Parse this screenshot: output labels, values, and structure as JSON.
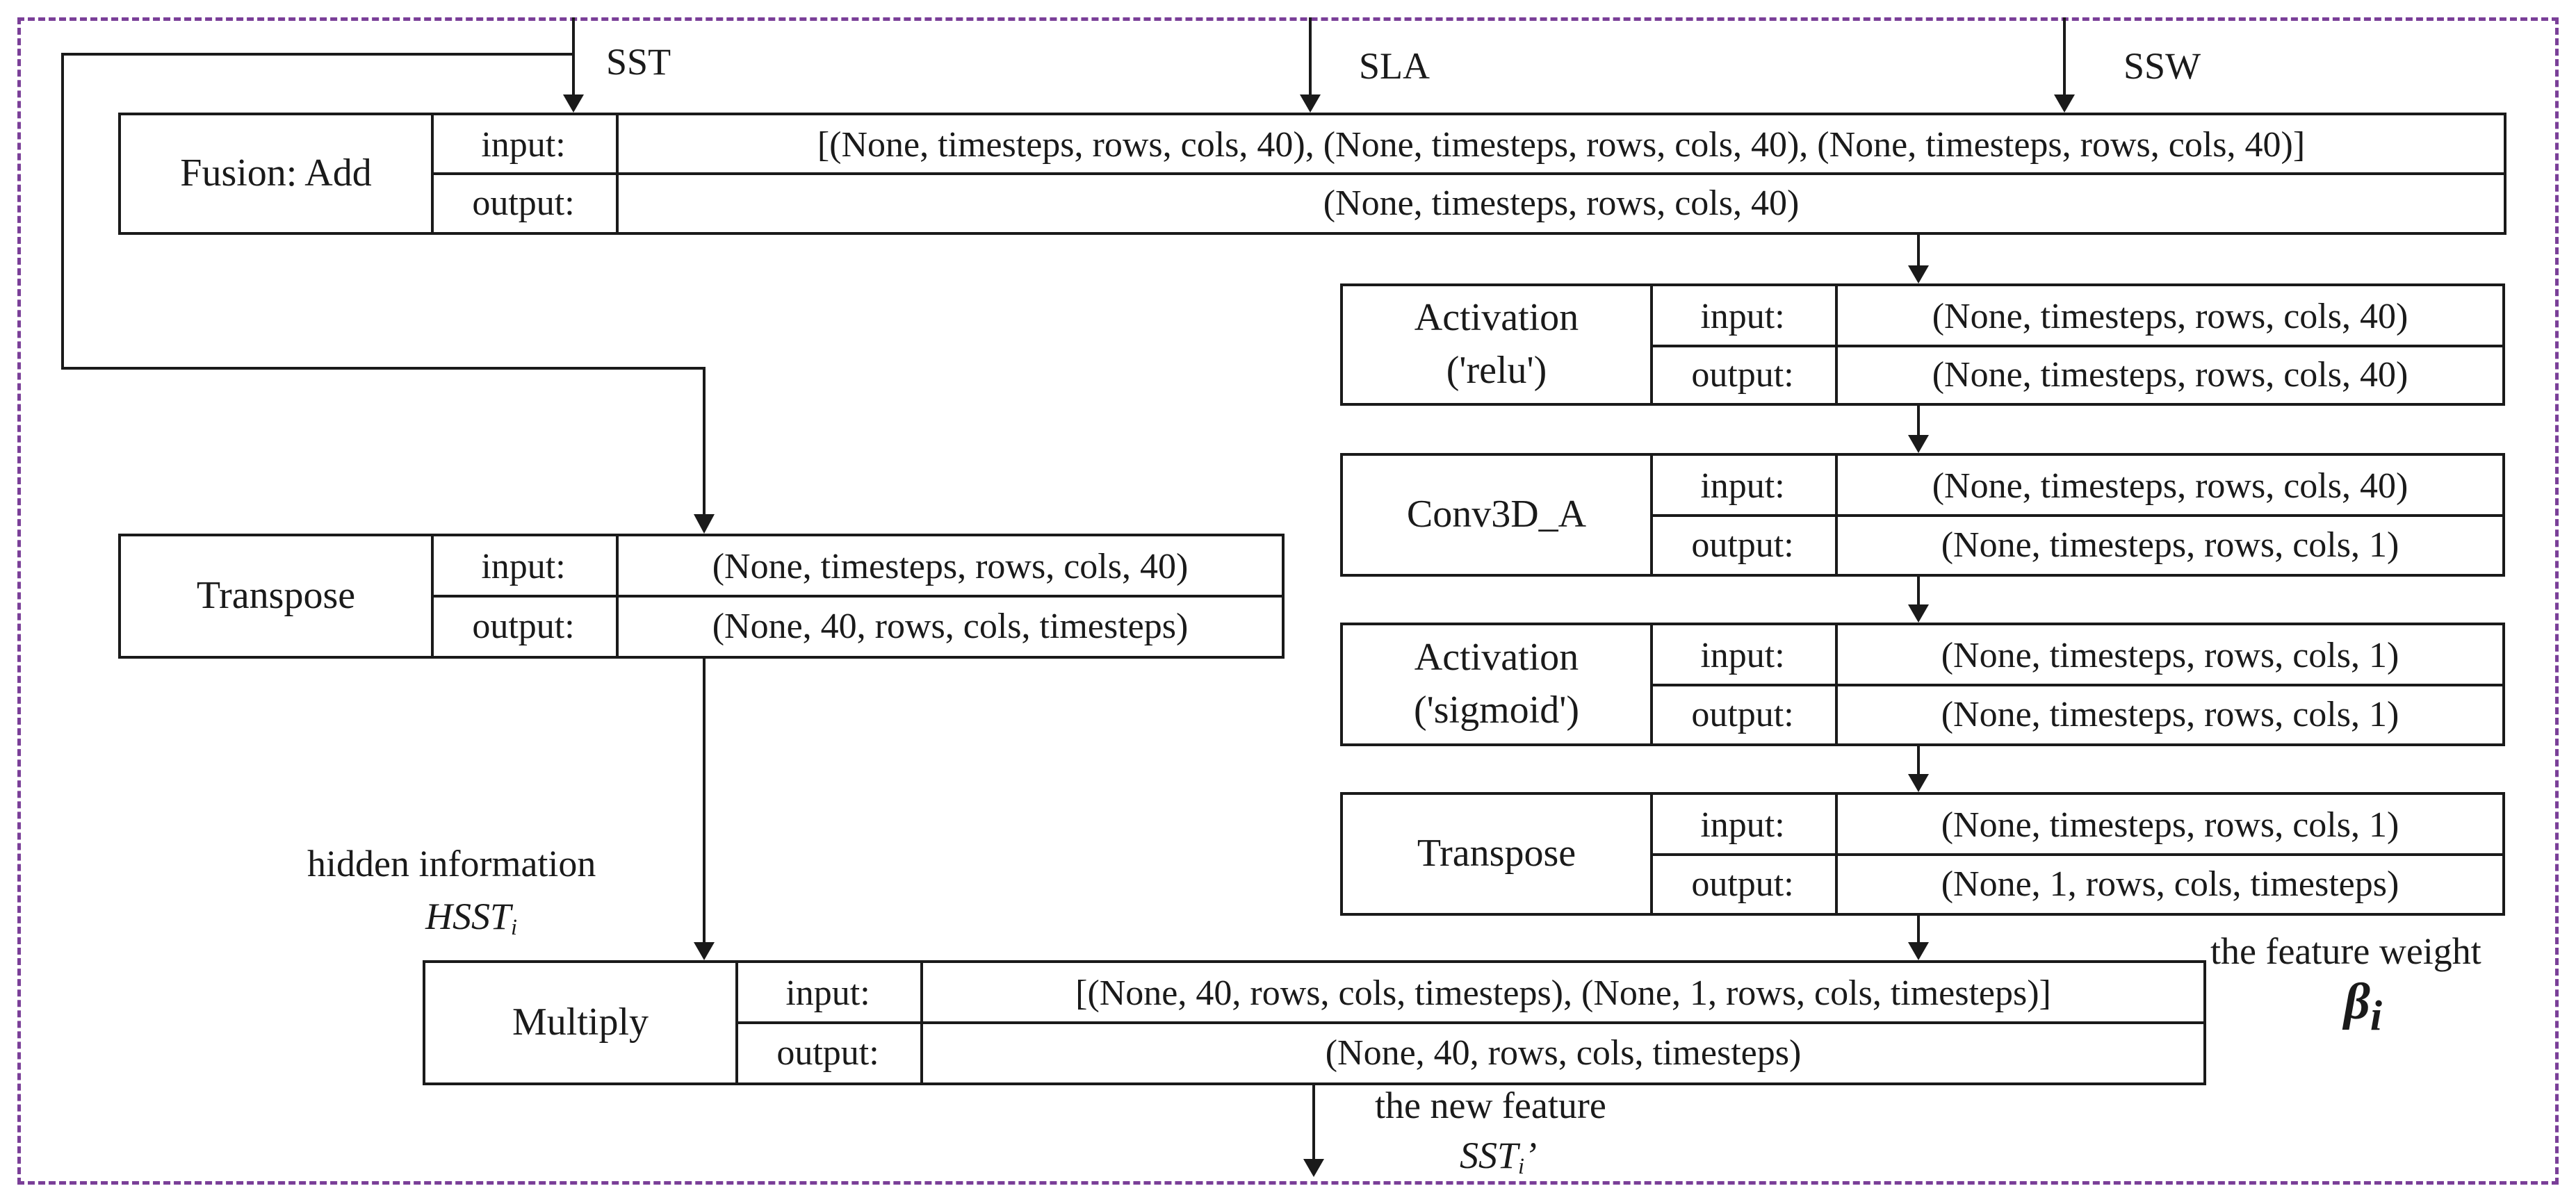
{
  "inputs": {
    "sst": "SST",
    "sla": "SLA",
    "ssw": "SSW"
  },
  "common": {
    "input_label": "input:",
    "output_label": "output:"
  },
  "fusion": {
    "name": "Fusion:  Add",
    "input": "[(None, timesteps, rows, cols, 40), (None, timesteps, rows, cols, 40), (None, timesteps, rows, cols, 40)]",
    "output": "(None, timesteps, rows, cols, 40)"
  },
  "activation_relu": {
    "name_line1": "Activation",
    "name_line2": "('relu')",
    "input": "(None, timesteps, rows, cols, 40)",
    "output": "(None, timesteps, rows, cols, 40)"
  },
  "conv3d": {
    "name": "Conv3D_A",
    "input": "(None, timesteps, rows, cols, 40)",
    "output": "(None, timesteps, rows, cols, 1)"
  },
  "activation_sigmoid": {
    "name_line1": "Activation",
    "name_line2": "('sigmoid')",
    "input": "(None, timesteps, rows, cols, 1)",
    "output": "(None, timesteps, rows, cols, 1)"
  },
  "transpose_right": {
    "name": "Transpose",
    "input": "(None, timesteps, rows, cols, 1)",
    "output": "(None, 1, rows, cols, timesteps)"
  },
  "transpose_left": {
    "name": "Transpose",
    "input": "(None, timesteps, rows, cols, 40)",
    "output": "(None, 40, rows, cols, timesteps)"
  },
  "multiply": {
    "name": "Multiply",
    "input": "[(None, 40, rows, cols, timesteps), (None, 1, rows, cols, timesteps)]",
    "output": "(None, 40, rows, cols, timesteps)"
  },
  "annotations": {
    "hidden_info": "hidden information",
    "hsst_base": "HSST",
    "hsst_sub": "i",
    "feature_weight": "the feature weight",
    "beta_base": "β",
    "beta_sub": "i",
    "new_feature": "the new feature",
    "sst_new_base": "SST",
    "sst_new_sub": "i",
    "sst_new_prime": "’"
  }
}
